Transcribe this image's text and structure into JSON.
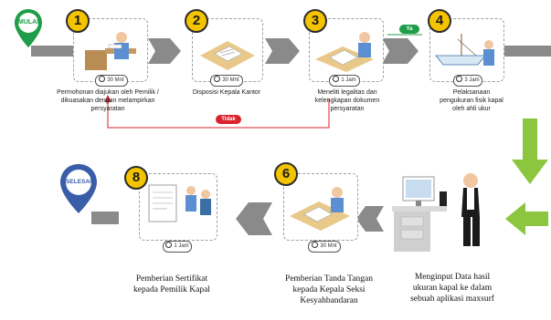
{
  "start_label": "MULAI",
  "end_label": "SELESAI",
  "yes_label": "Ya",
  "no_label": "Tidak",
  "steps": [
    {
      "number": "1",
      "duration": "30 Mnt",
      "caption": "Permohonan diajukan oleh Pemilik / dikuasakan dengan melampirkan persyaratan"
    },
    {
      "number": "2",
      "duration": "30 Mnt",
      "caption": "Disposisi Kepala Kantor"
    },
    {
      "number": "3",
      "duration": "1 Jam",
      "caption": "Meneliti legalitas dan kelengkapan dokumen persyaratan"
    },
    {
      "number": "4",
      "duration": "3 Jam",
      "caption": "Pelaksanaan pengukuran fisik kapal oleh ahli ukur"
    },
    {
      "caption": "Menginput Data hasil ukuran kapal ke dalam sebuah aplikasi maxsurf"
    },
    {
      "number": "6",
      "duration": "30 Mnt",
      "caption": "Pemberian Tanda Tangan kepada Kepala Seksi Kesyahbandaran"
    },
    {
      "number": "8",
      "duration": "1 Jam",
      "caption": "Pemberian Sertifikat kepada Pemilik Kapal"
    }
  ],
  "colors": {
    "start_pin": "#1f9d48",
    "end_pin": "#3a5da8",
    "arrow_gray": "#8a8a8a",
    "arrow_green": "#8cc63f",
    "yes": "#1f9d48",
    "no": "#d9232e",
    "badge": "#f4c400"
  }
}
